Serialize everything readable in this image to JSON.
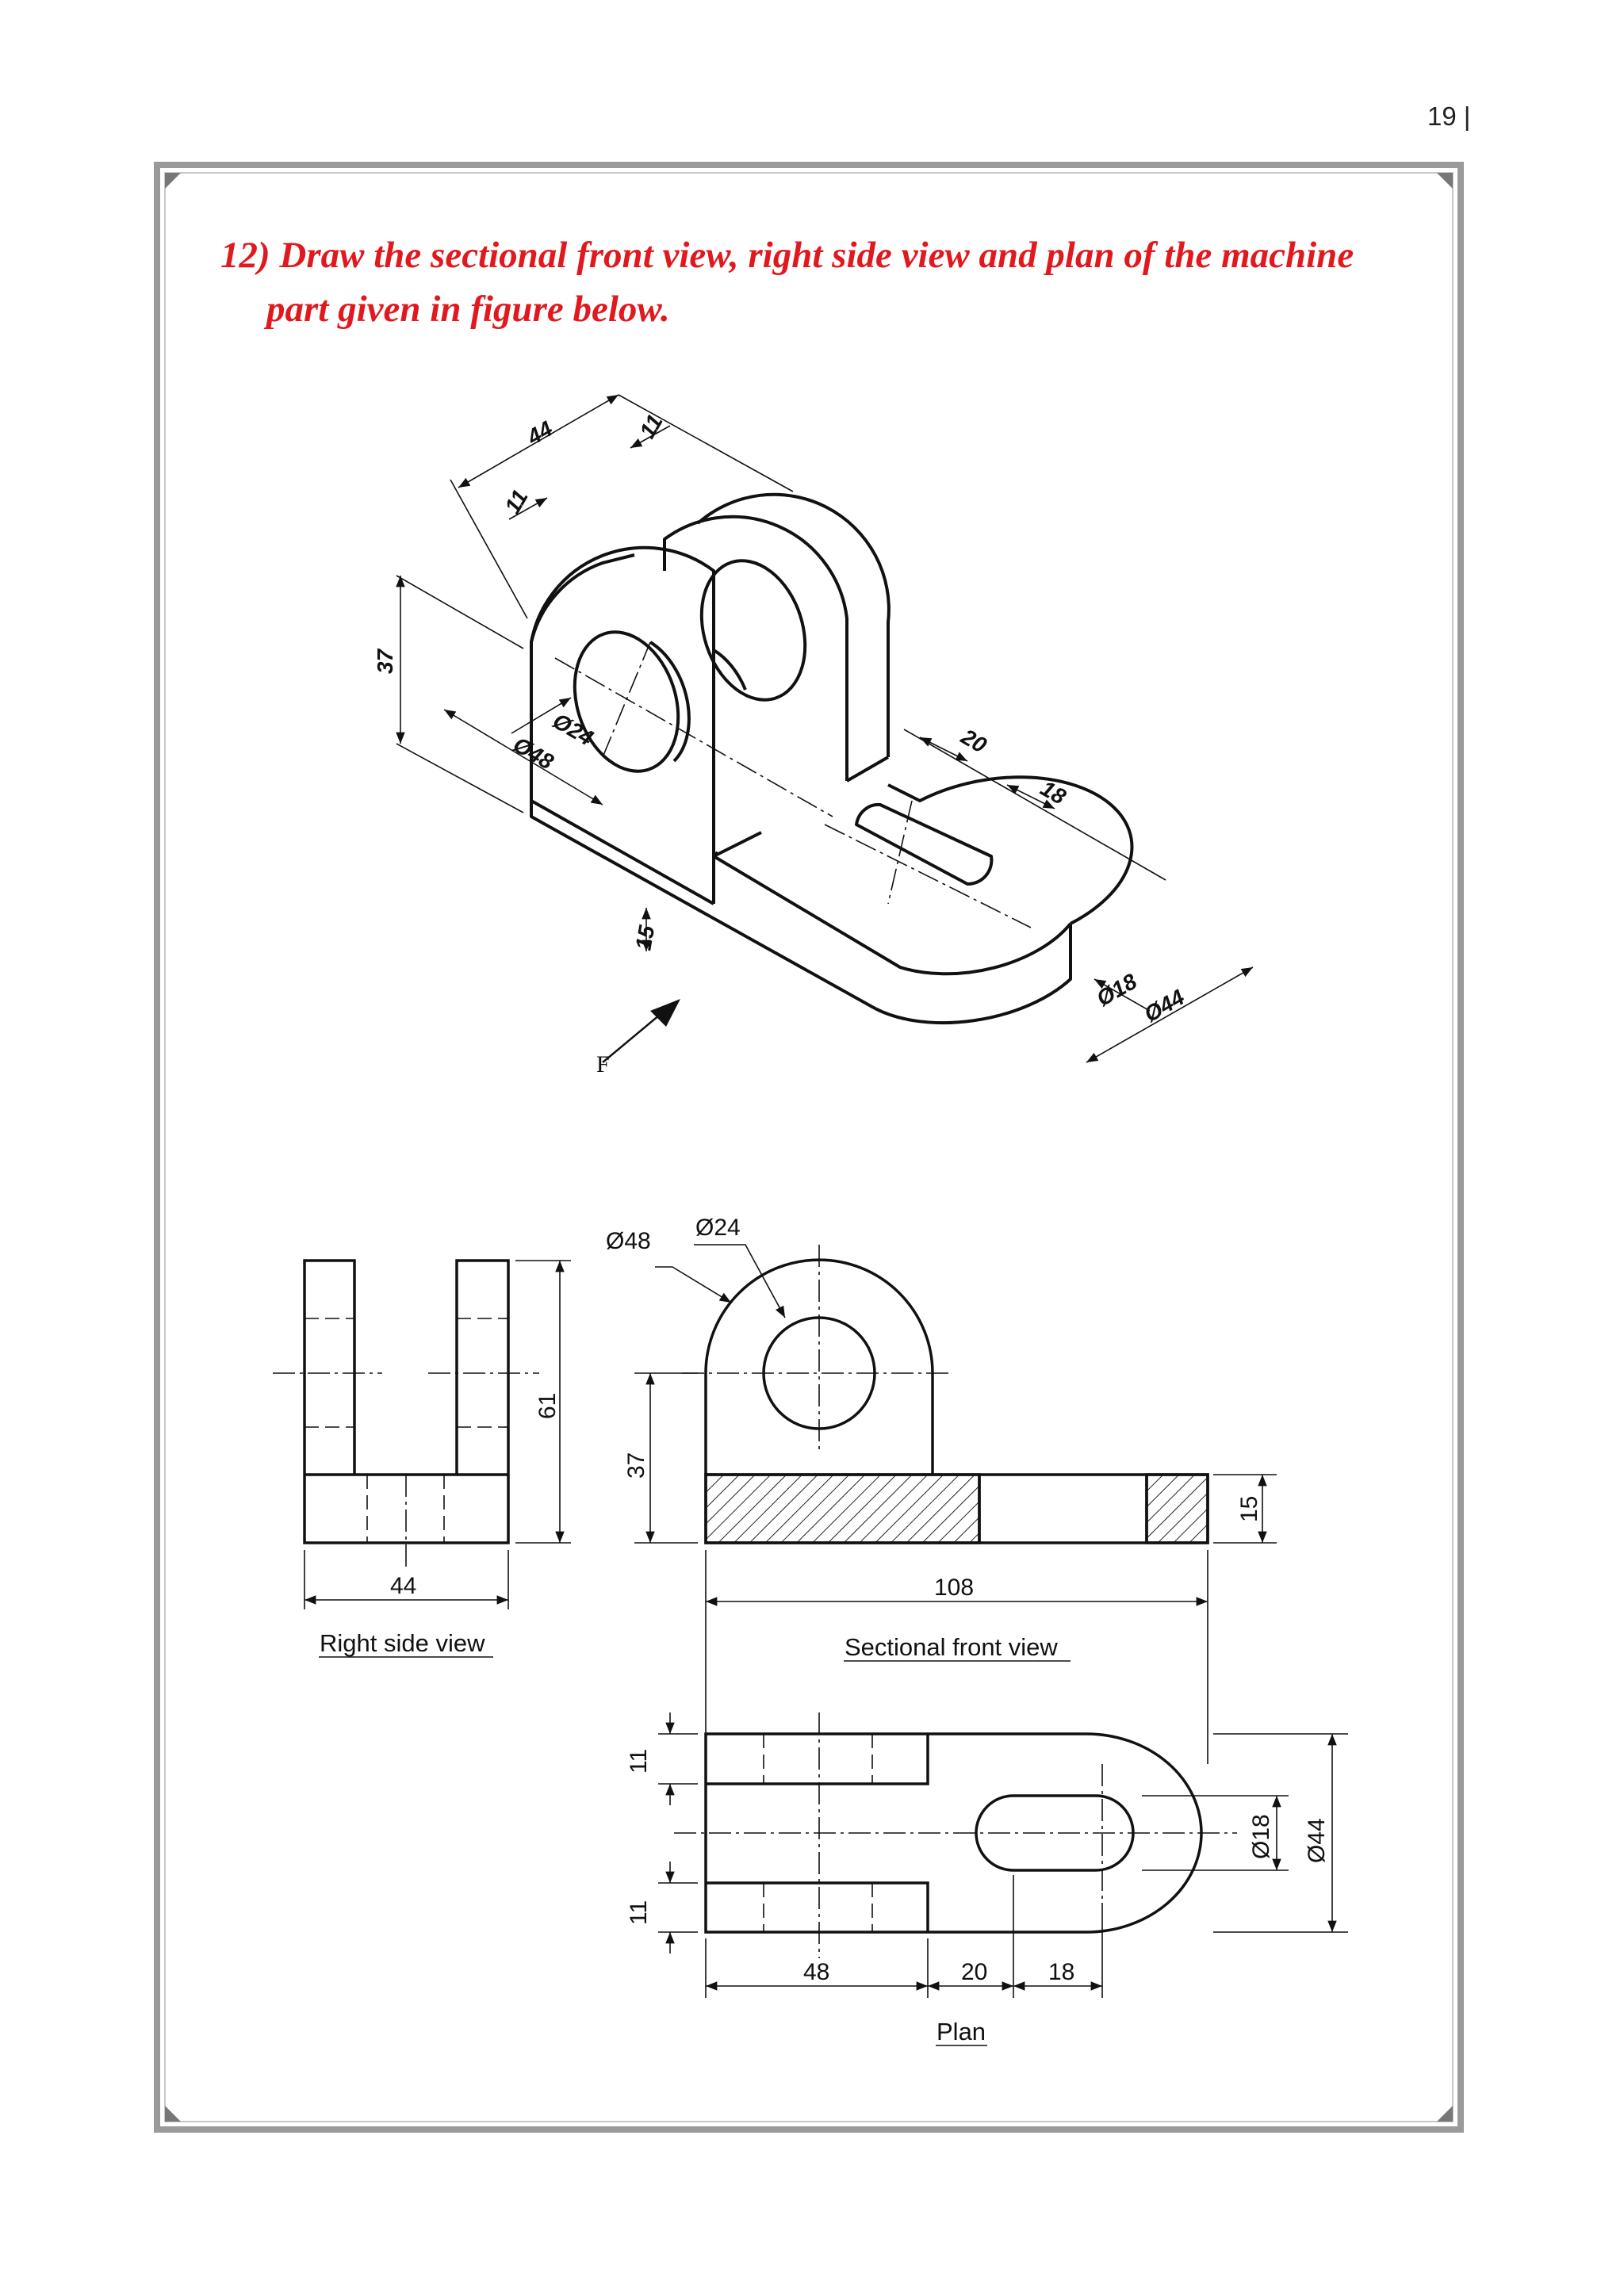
{
  "page_number": "19 |",
  "title": {
    "line1": "12) Draw the sectional front view, right side view and plan of the machine",
    "line2": "part given in figure below."
  },
  "iso": {
    "dims": [
      "44",
      "11",
      "11",
      "37",
      "Ø24",
      "Ø48",
      "20",
      "18",
      "15",
      "Ø18",
      "Ø44"
    ],
    "arrow_label": "F"
  },
  "right_view": {
    "dim_width": "44",
    "label": "Right side view"
  },
  "front_view": {
    "dim_outer_dia": "Ø48",
    "dim_hole_dia": "Ø24",
    "dim_height_total": "61",
    "dim_center_height": "37",
    "dim_base": "15",
    "dim_length": "108",
    "label": "Sectional front view"
  },
  "plan": {
    "dim_top_slot": "11",
    "dim_bottom_slot": "11",
    "dim_slot_dia": "Ø18",
    "dim_end_dia": "Ø44",
    "dim_a": "48",
    "dim_b": "20",
    "dim_c": "18",
    "label": "Plan"
  },
  "colors": {
    "title": "#e1191e",
    "frame": "#9a9a9a",
    "ink": "#111111"
  }
}
